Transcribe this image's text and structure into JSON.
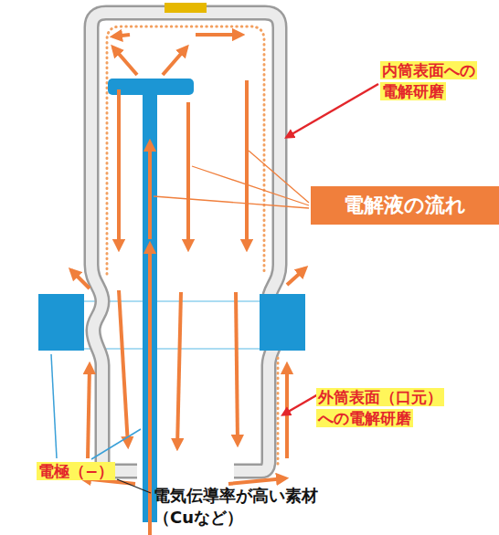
{
  "diagram": {
    "nodes": [
      {
        "text": [
          "内筒表面への 電解研磨"
        ]
      },
      {
        "text": [
          "電解液の流れ"
        ]
      },
      {
        "text": [
          "外筒表面（口元） への電解研磨"
        ]
      },
      {
        "text": [
          "電極（−）"
        ]
      }
    ],
    "labels": [
      "電気伝導率が高い素材 （Cuなど）"
    ]
  }
}
